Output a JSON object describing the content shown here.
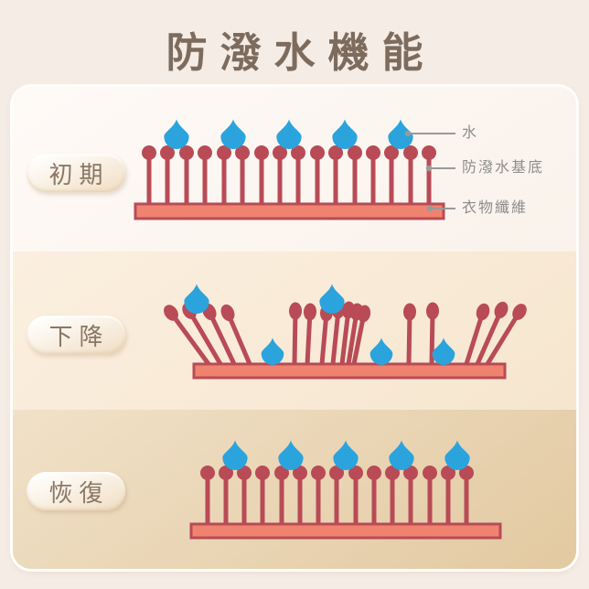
{
  "title": "防潑水機能",
  "sections": [
    {
      "label": "初期"
    },
    {
      "label": "下降"
    },
    {
      "label": "恢復"
    }
  ],
  "annotations": [
    {
      "label": "水"
    },
    {
      "label": "防潑水基底"
    },
    {
      "label": "衣物纖維"
    }
  ],
  "colors": {
    "page_bg": "#f5ece6",
    "title": "#7d6c5e",
    "pill_text": "#8a7765",
    "pin": "#b84b56",
    "bar_fill": "#ef8370",
    "bar_stroke": "#b84b56",
    "drop": "#2ba4dd",
    "leader": "#9a9a9a",
    "label": "#8d8d8d"
  },
  "diagram": {
    "sections": [
      {
        "round_heads": true,
        "bar": [
          134,
          128,
          337,
          16
        ],
        "pins": [
          [
            149,
            128,
            149,
            72
          ],
          [
            169,
            128,
            169,
            72
          ],
          [
            190,
            128,
            190,
            72
          ],
          [
            210,
            128,
            210,
            72
          ],
          [
            231,
            128,
            231,
            72
          ],
          [
            251,
            128,
            251,
            72
          ],
          [
            272,
            128,
            272,
            72
          ],
          [
            292,
            128,
            292,
            72
          ],
          [
            312,
            128,
            312,
            72
          ],
          [
            333,
            128,
            333,
            72
          ],
          [
            353,
            128,
            353,
            72
          ],
          [
            374,
            128,
            374,
            72
          ],
          [
            394,
            128,
            394,
            72
          ],
          [
            414,
            128,
            414,
            72
          ],
          [
            435,
            128,
            435,
            72
          ],
          [
            455,
            128,
            455,
            72
          ]
        ],
        "drops": [
          [
            179,
            68,
            1.05
          ],
          [
            241,
            68,
            1.05
          ],
          [
            302,
            68,
            1.05
          ],
          [
            363,
            68,
            1.05
          ],
          [
            424,
            68,
            1.05
          ]
        ],
        "leaders": [
          [
            432,
            51,
            484
          ],
          [
            455,
            89,
            484
          ],
          [
            456,
            133,
            484
          ]
        ]
      },
      {
        "round_heads": false,
        "bar": [
          198,
          123,
          340,
          15
        ],
        "pins": [
          [
            214,
            123,
            173,
            67
          ],
          [
            227,
            123,
            193,
            65
          ],
          [
            242,
            123,
            215,
            66
          ],
          [
            259,
            123,
            235,
            67
          ],
          [
            308,
            123,
            309,
            65
          ],
          [
            322,
            123,
            325,
            66
          ],
          [
            338,
            123,
            343,
            67
          ],
          [
            350,
            123,
            356,
            64
          ],
          [
            360,
            123,
            367,
            64
          ],
          [
            367,
            123,
            376,
            66
          ],
          [
            373,
            123,
            384,
            68
          ],
          [
            433,
            123,
            434,
            66
          ],
          [
            458,
            123,
            459,
            65
          ],
          [
            496,
            123,
            514,
            66
          ],
          [
            508,
            123,
            534,
            64
          ],
          [
            519,
            123,
            554,
            66
          ]
        ],
        "drops": [
          [
            201,
            68,
            1.05
          ],
          [
            349,
            68,
            1.05
          ],
          [
            284,
            124,
            0.95
          ],
          [
            403,
            124,
            0.95
          ],
          [
            471,
            124,
            0.95
          ]
        ],
        "leaders": []
      },
      {
        "round_heads": true,
        "bar": [
          195,
          125,
          338,
          15
        ],
        "pins": [
          [
            213,
            125,
            213,
            69
          ],
          [
            233,
            125,
            233,
            69
          ],
          [
            253,
            125,
            253,
            69
          ],
          [
            273,
            125,
            273,
            69
          ],
          [
            294,
            125,
            294,
            69
          ],
          [
            314,
            125,
            314,
            69
          ],
          [
            334,
            125,
            334,
            69
          ],
          [
            354,
            125,
            354,
            69
          ],
          [
            375,
            125,
            375,
            69
          ],
          [
            395,
            125,
            395,
            69
          ],
          [
            415,
            125,
            415,
            69
          ],
          [
            435,
            125,
            435,
            69
          ],
          [
            456,
            125,
            456,
            69
          ],
          [
            476,
            125,
            476,
            69
          ],
          [
            496,
            125,
            496,
            69
          ]
        ],
        "drops": [
          [
            243,
            66,
            1.05
          ],
          [
            304,
            66,
            1.05
          ],
          [
            364,
            66,
            1.05
          ],
          [
            425,
            66,
            1.05
          ],
          [
            486,
            66,
            1.05
          ]
        ],
        "leaders": []
      }
    ]
  }
}
